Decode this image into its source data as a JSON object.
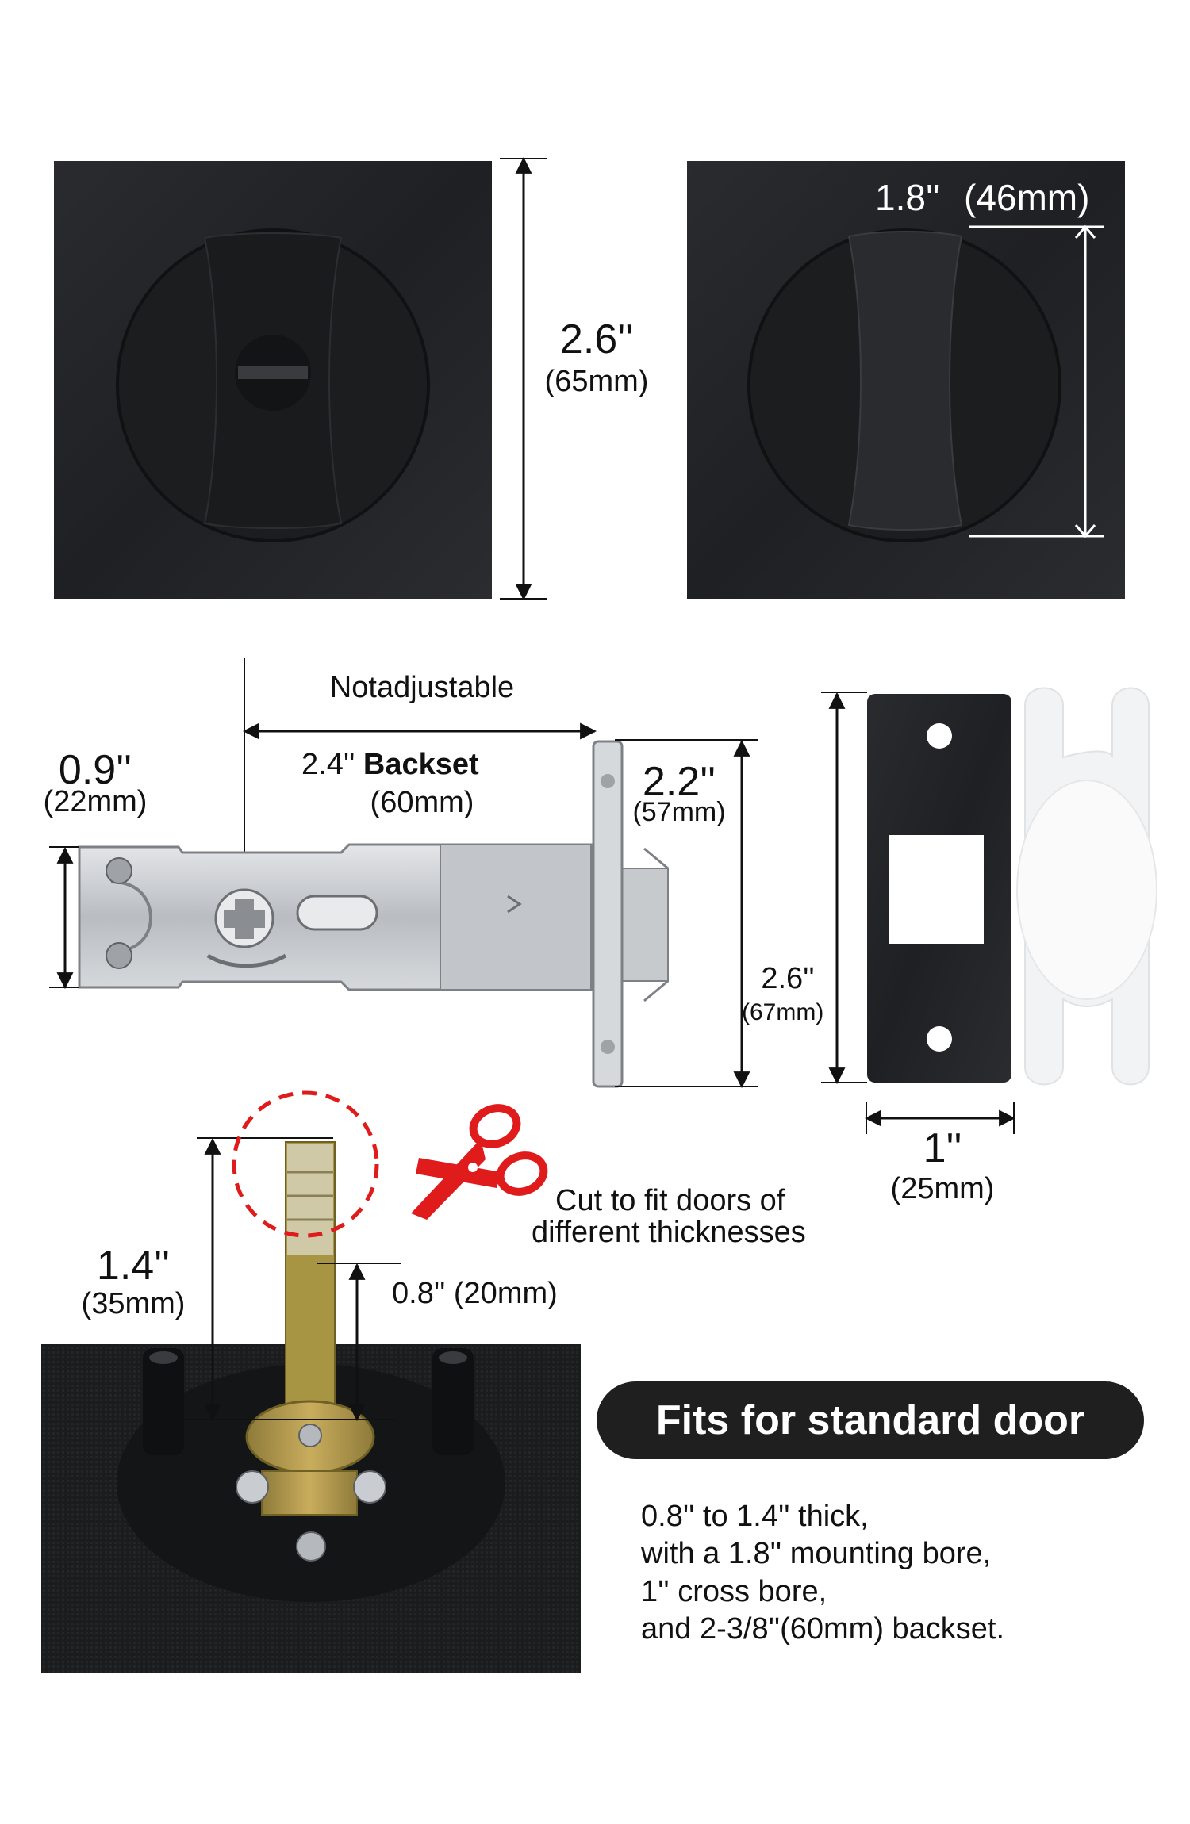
{
  "colors": {
    "plate": "#222326",
    "plate_dark": "#17181a",
    "steel": "#c9ccd0",
    "steel_dark": "#8d9196",
    "brass": "#b79a4a",
    "red": "#e01b1b",
    "pill": "#1f1f1f",
    "white": "#ffffff"
  },
  "icons": [
    "scissors-icon"
  ],
  "rose_outer": {
    "height_in": "2.6''",
    "height_mm": "(65mm)"
  },
  "rose_inner": {
    "bore_in": "1.8''",
    "bore_mm": "(46mm)"
  },
  "latch": {
    "not_adjustable": "Notadjustable",
    "backset_in": "2.4''",
    "backset_word": "Backset",
    "backset_mm": "(60mm)",
    "width_in": "0.9''",
    "width_mm": "(22mm)",
    "faceplate_in": "2.2''",
    "faceplate_mm": "(57mm)"
  },
  "strike": {
    "height_in": "2.6''",
    "height_mm": "(67mm)",
    "width_in": "1''",
    "width_mm": "(25mm)"
  },
  "spindle": {
    "max_in": "1.4''",
    "max_mm": "(35mm)",
    "min": "0.8'' (20mm)",
    "cut_note_line1": "Cut to fit doors of",
    "cut_note_line2": "different thicknesses"
  },
  "fits": {
    "title": "Fits for standard door",
    "lines": [
      "0.8'' to 1.4'' thick,",
      "with a 1.8'' mounting bore,",
      "1'' cross bore,",
      "and 2-3/8''(60mm) backset."
    ]
  }
}
